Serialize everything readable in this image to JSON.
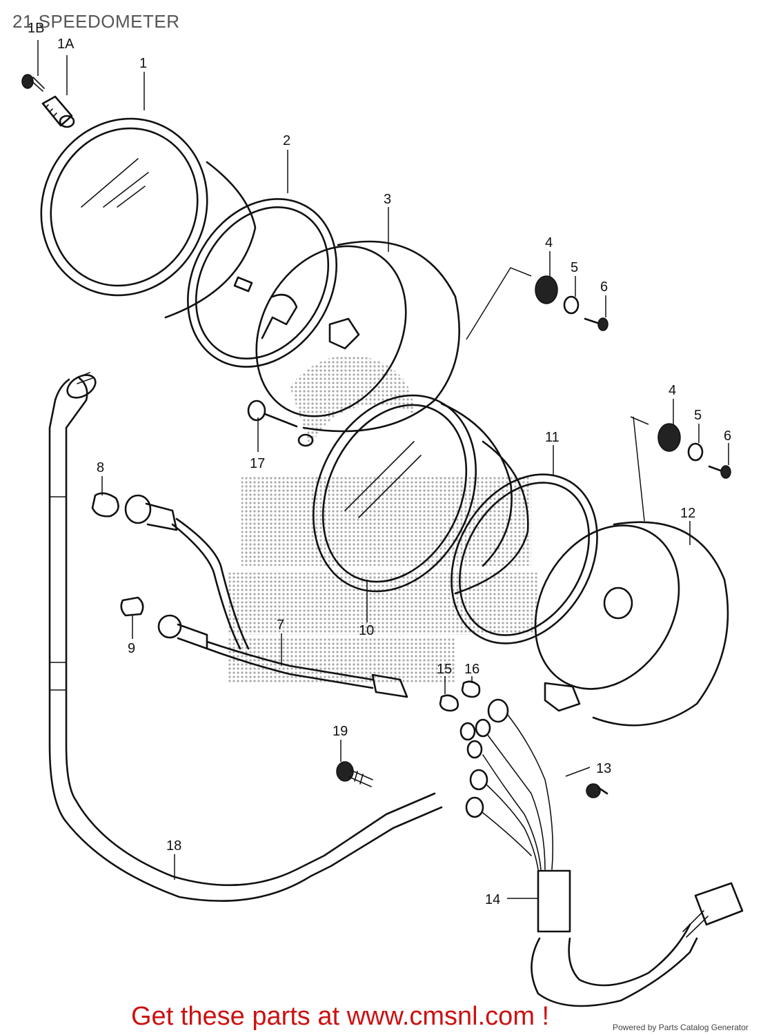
{
  "page": {
    "title": "21 SPEEDOMETER",
    "footer_link": "Get these parts at www.cmsnl.com !",
    "powered_by": "Powered by Parts Catalog Generator"
  },
  "watermark": {
    "present": true,
    "text": "CMS PARTS"
  },
  "colors": {
    "link_red": "#cc1111",
    "line": "#111111",
    "title_gray": "#555555",
    "watermark_gray": "#9a9a9a"
  },
  "callouts": {
    "c1B": "1B",
    "c1A": "1A",
    "c1": "1",
    "c2": "2",
    "c3": "3",
    "c4a": "4",
    "c5a": "5",
    "c6a": "6",
    "c4b": "4",
    "c5b": "5",
    "c6b": "6",
    "c7": "7",
    "c8": "8",
    "c9": "9",
    "c10": "10",
    "c11": "11",
    "c12": "12",
    "c13": "13",
    "c14": "14",
    "c15": "15",
    "c16": "16",
    "c17": "17",
    "c18": "18",
    "c19": "19"
  }
}
